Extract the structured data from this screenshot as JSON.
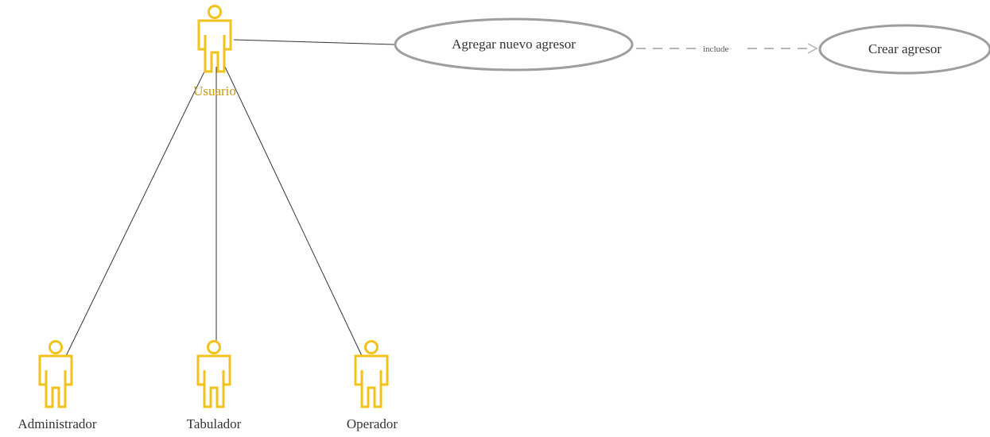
{
  "colors": {
    "actor": "#f2c21b",
    "actor_label": "#c8990f",
    "usecase_stroke": "#9e9e9e",
    "usecase_text": "#333333",
    "line": "#333333",
    "dashed": "#b5b5b5"
  },
  "actors": {
    "usuario": "Usuario",
    "administrador": "Administrador",
    "tabulador": "Tabulador",
    "operador": "Operador"
  },
  "use_cases": {
    "agregar": "Agregar nuevo agresor",
    "crear": "Crear agresor"
  },
  "relations": {
    "include": "include"
  }
}
